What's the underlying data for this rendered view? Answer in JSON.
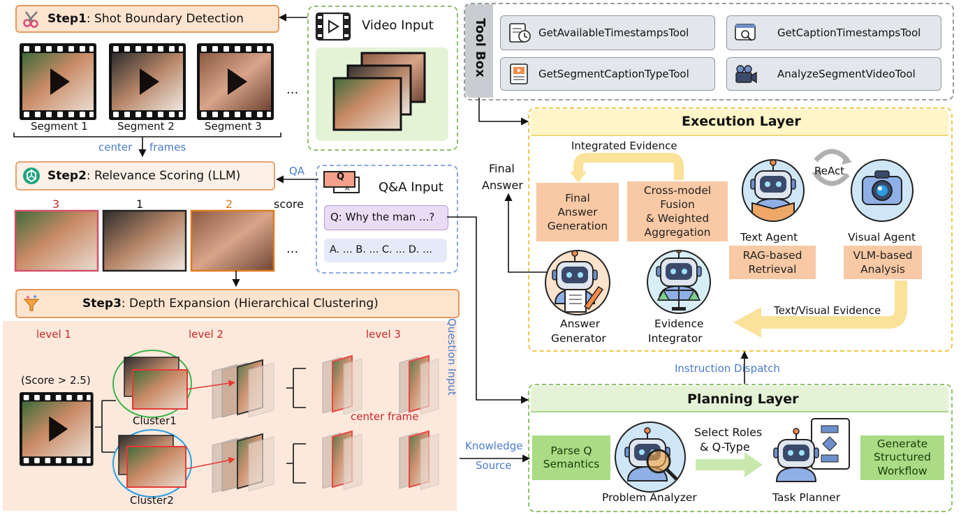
{
  "step1": {
    "bold": "Step1",
    "rest": "Shot Boundary Detection"
  },
  "segments": [
    "Segment 1",
    "Segment 2",
    "Segment 3"
  ],
  "ellipsis": "...",
  "center_frames": {
    "a": "center",
    "b": "frames"
  },
  "step2": {
    "bold": "Step2",
    "rest": "Relevance Scoring (LLM)"
  },
  "qa_label": "QA",
  "score_label": "score",
  "scores": [
    "3",
    "1",
    "2"
  ],
  "step3": {
    "bold": "Step3",
    "rest": "Depth Expansion (Hierarchical Clustering)"
  },
  "levels": [
    "level 1",
    "level 2",
    "level 3"
  ],
  "score_cond": "(Score > 2.5)",
  "clusters": [
    "Cluster1",
    "Cluster2"
  ],
  "center_frame": "center frame",
  "video_input": "Video Input",
  "qa_input": {
    "title": "Q&A Input",
    "icon_q": "Q",
    "icon_a": "A",
    "question": "Q: Why the man ...?",
    "options": "A. ... B. ... C. ... D. ..."
  },
  "question_input": "Question Input",
  "knowledge_source": {
    "line1": "Knowledge",
    "line2": "Source"
  },
  "toolbox": {
    "title": "Tool Box",
    "tools": [
      "GetAvailableTimestampsTool",
      "GetCaptionTimestampsTool",
      "GetSegmentCaptionTypeTool",
      "AnalyzeSegmentVideoTool"
    ]
  },
  "final_answer": {
    "line1": "Final",
    "line2": "Answer"
  },
  "execution": {
    "title": "Execution Layer",
    "integrated_evidence": "Integrated Evidence",
    "final_answer_gen": [
      "Final",
      "Answer",
      "Generation"
    ],
    "cross_model": [
      "Cross-model",
      "Fusion",
      "& Weighted",
      "Aggregation"
    ],
    "react": "ReAct",
    "text_agent": "Text Agent",
    "visual_agent": "Visual Agent",
    "rag": [
      "RAG-based",
      "Retrieval"
    ],
    "vlm": [
      "VLM-based",
      "Analysis"
    ],
    "text_visual_evidence": "Text/Visual Evidence",
    "answer_generator": [
      "Answer",
      "Generator"
    ],
    "evidence_integrator": [
      "Evidence",
      "Integrator"
    ]
  },
  "instruction_dispatch": "Instruction Dispatch",
  "planning": {
    "title": "Planning Layer",
    "parse_q": [
      "Parse Q",
      "Semantics"
    ],
    "select_roles": [
      "Select Roles",
      "& Q-Type"
    ],
    "generate": [
      "Generate",
      "Structured",
      "Workflow"
    ],
    "problem_analyzer": "Problem Analyzer",
    "task_planner": "Task Planner"
  },
  "colors": {
    "step_fill": "#fde4cf",
    "step_border": "#e69a5d",
    "peach": "#f8c9a4",
    "green": "#a9dc84",
    "exec_title_bg": "#fff5c7",
    "plan_title_bg": "#e4f3d6",
    "text_blue": "#4a7ccc",
    "score_red": "#c62828",
    "score_orange": "#e07a1f"
  }
}
